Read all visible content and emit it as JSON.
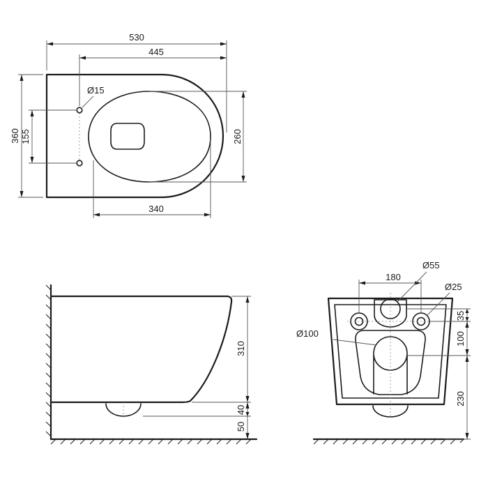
{
  "top_view": {
    "overall_length": "530",
    "mount_to_front": "445",
    "hole_diameter": "Ø15",
    "overall_width": "360",
    "hole_spacing": "155",
    "bowl_width": "260",
    "bowl_length": "340"
  },
  "side_view": {
    "body_height": "310",
    "outlet_height": "40",
    "floor_clearance": "50"
  },
  "rear_view": {
    "outlet_diameter": "Ø100",
    "inlet_diameter": "Ø55",
    "bolt_hole_diameter": "Ø25",
    "bolt_spacing": "180",
    "inlet_offset": "35",
    "inlet_to_outlet": "100",
    "outlet_to_floor": "230"
  }
}
